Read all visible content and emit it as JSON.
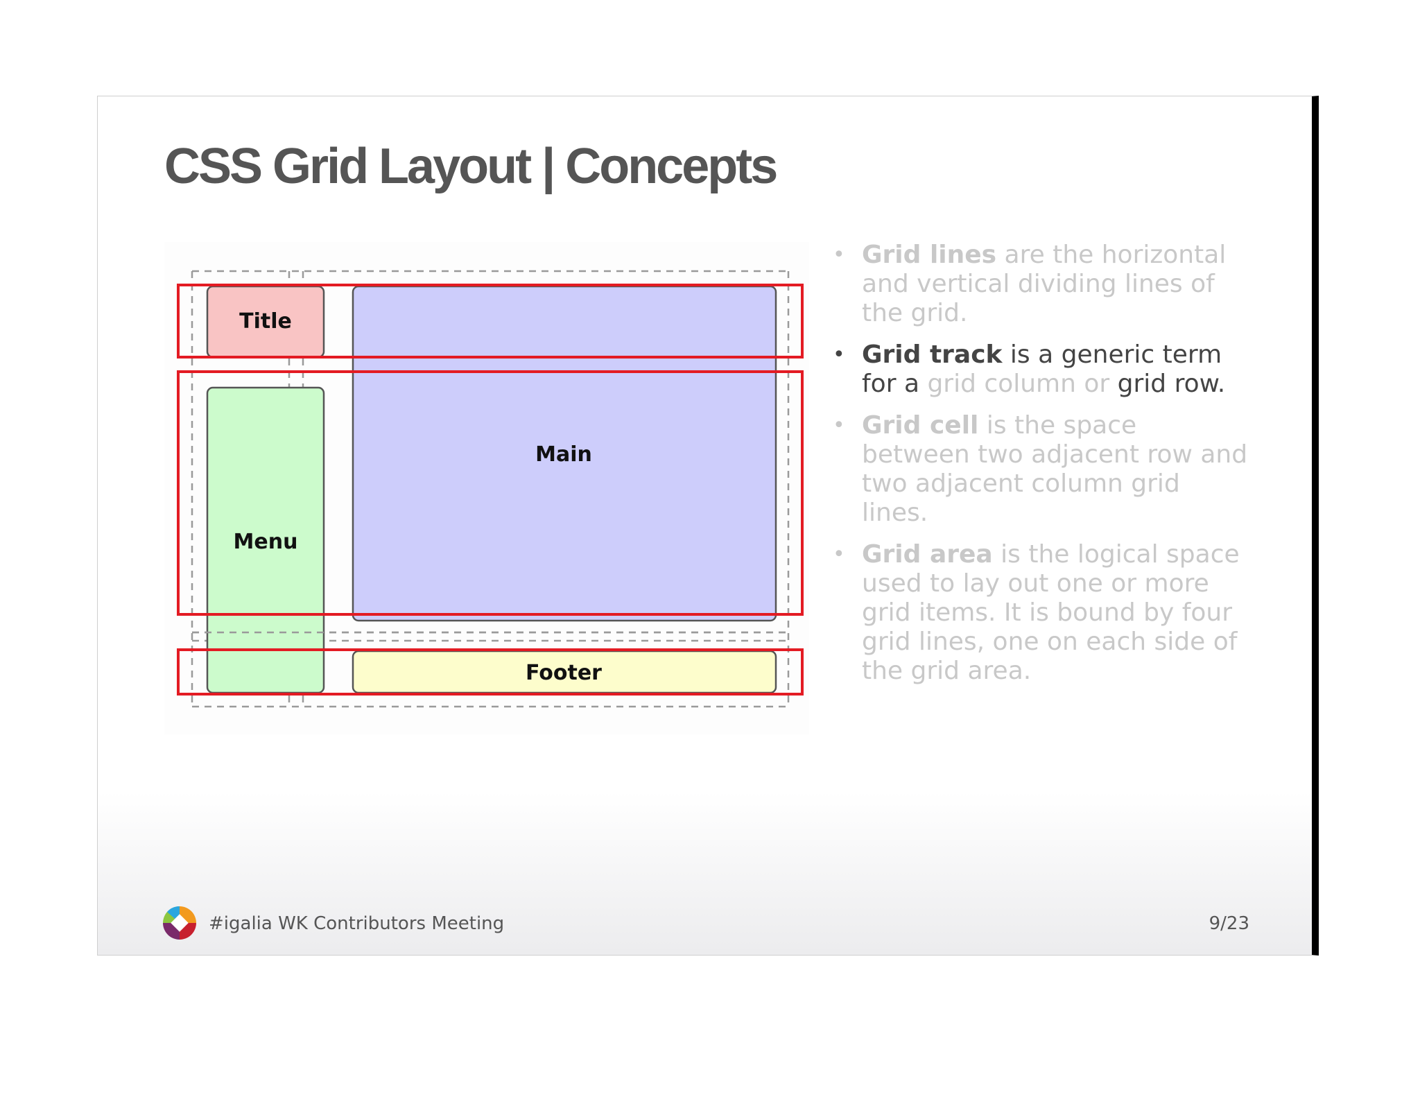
{
  "slide": {
    "title": "CSS Grid Layout | Concepts",
    "diagram": {
      "labels": {
        "title": "Title",
        "main": "Main",
        "menu": "Menu",
        "footer": "Footer"
      },
      "colors": {
        "title_fill": "#f9c4c4",
        "menu_fill": "#ccfbcc",
        "main_fill": "#cdcdfb",
        "footer_fill": "#fdfdcc",
        "track_highlight": "#e31b23"
      }
    },
    "bullets": [
      {
        "bold": "Grid lines",
        "text": " are the horizontal and vertical dividing lines of the grid."
      },
      {
        "bold": "Grid track",
        "t1": " is a generic term for a ",
        "muted": "grid column or",
        "t2": " grid row."
      },
      {
        "bold": "Grid cell",
        "text": " is the space between two adjacent row and two adjacent column grid lines."
      },
      {
        "bold": "Grid area",
        "text": " is the logical space used to lay out one or more grid items. It is bound by four grid lines, one on each side of the grid area."
      }
    ],
    "bullet_marker": "•",
    "footer": {
      "text": "#igalia WK Contributors Meeting",
      "logo_icon": "igalia-logo-icon"
    },
    "page_number": "9/23"
  }
}
